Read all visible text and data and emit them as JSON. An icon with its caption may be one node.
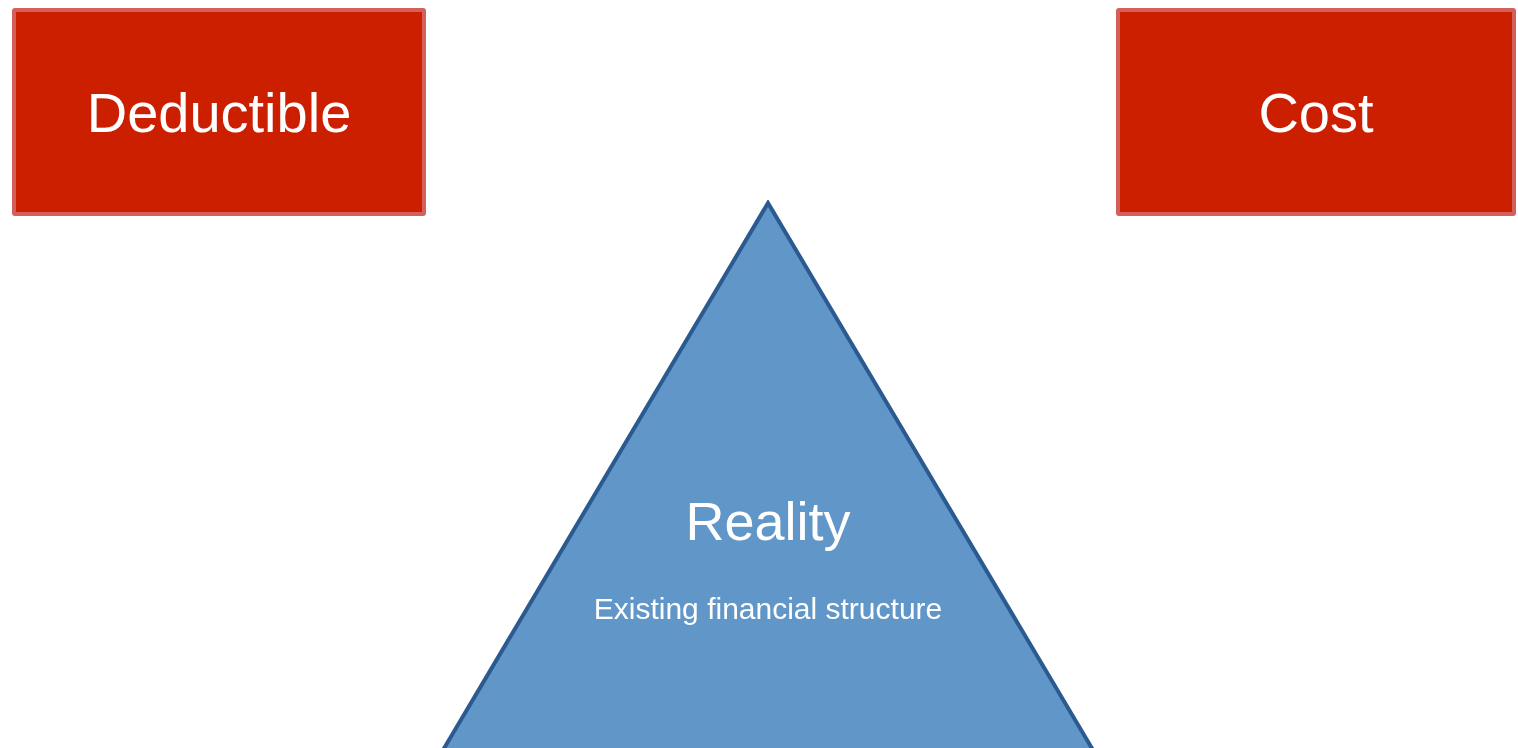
{
  "diagram": {
    "nodes": [
      {
        "text": [
          "Deductible"
        ]
      },
      {
        "text": [
          "Cost"
        ]
      },
      {
        "text": [
          "Reality",
          "Existing financial structure"
        ]
      }
    ]
  }
}
